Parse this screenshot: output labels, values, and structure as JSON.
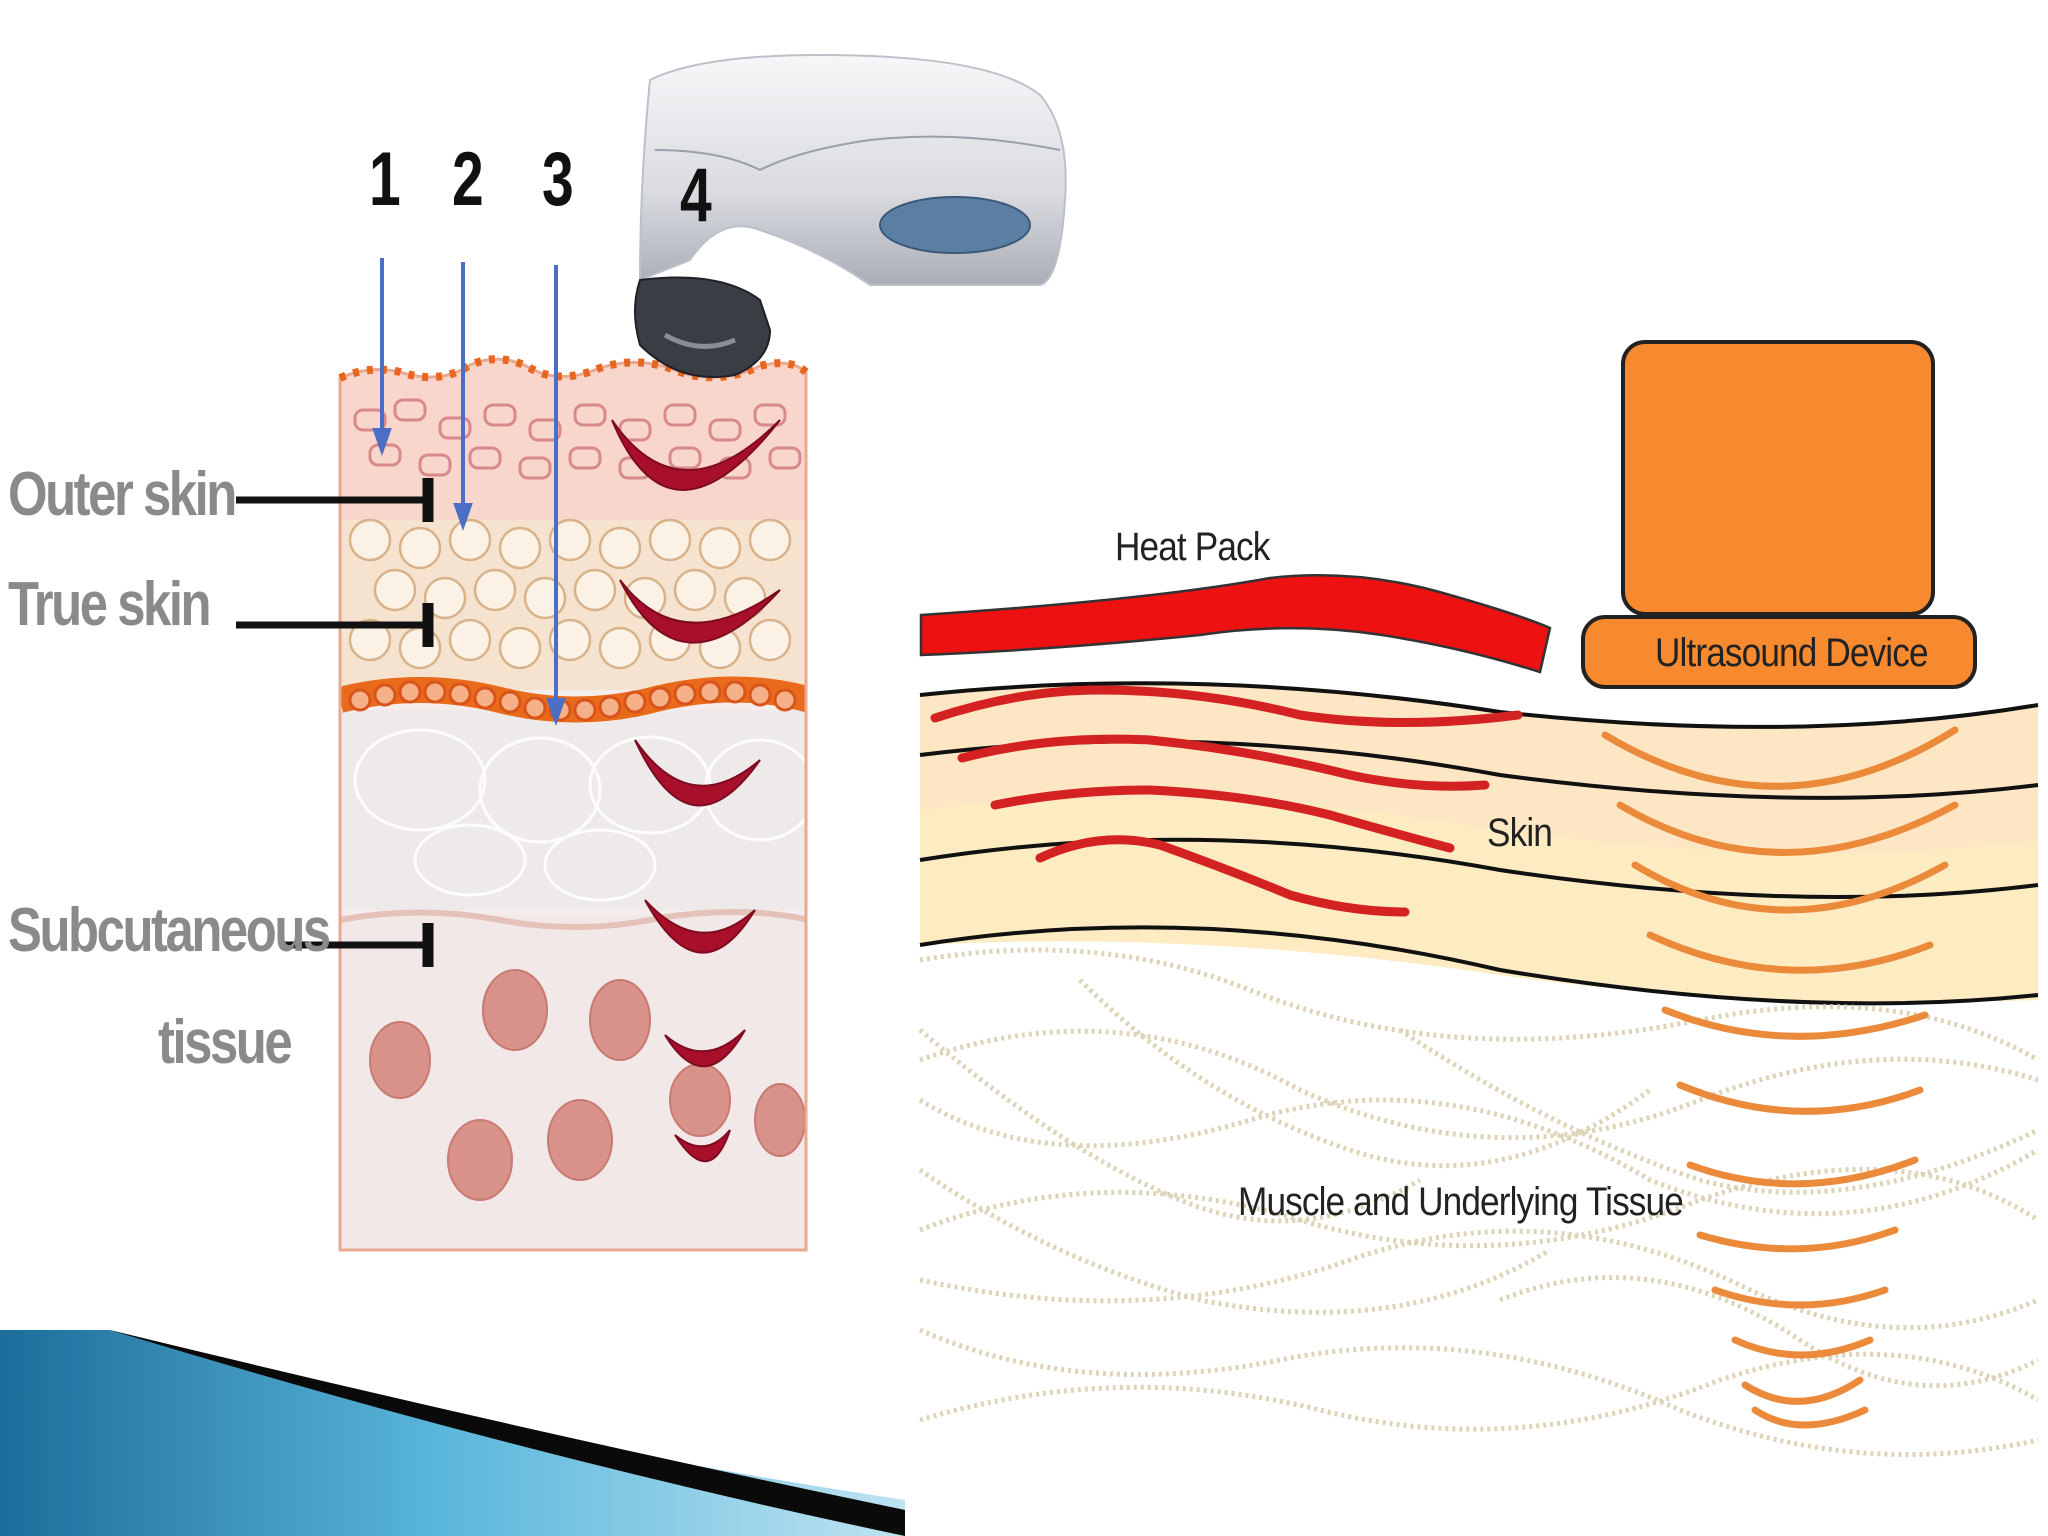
{
  "left_diagram": {
    "numbers": [
      "1",
      "2",
      "3",
      "4"
    ],
    "layers": {
      "outer_skin": "Outer skin",
      "true_skin": "True skin",
      "subcutaneous_line1": "Subcutaneous",
      "subcutaneous_line2": "tissue"
    }
  },
  "right_diagram": {
    "heat_pack": "Heat Pack",
    "ultrasound_device": "Ultrasound Device",
    "skin": "Skin",
    "muscle": "Muscle and Underlying Tissue"
  },
  "colors": {
    "heat_pack": "#ee1111",
    "ultrasound_device": "#f7892e",
    "heat_waves": "#d42222",
    "ultrasound_waves": "#ec8a3c",
    "skin_band": "#fde5c0",
    "outer_skin_fill": "#fad9cb",
    "subcutaneous_fill": "#f4eaea",
    "corner_blue": "#2d8fbf"
  }
}
